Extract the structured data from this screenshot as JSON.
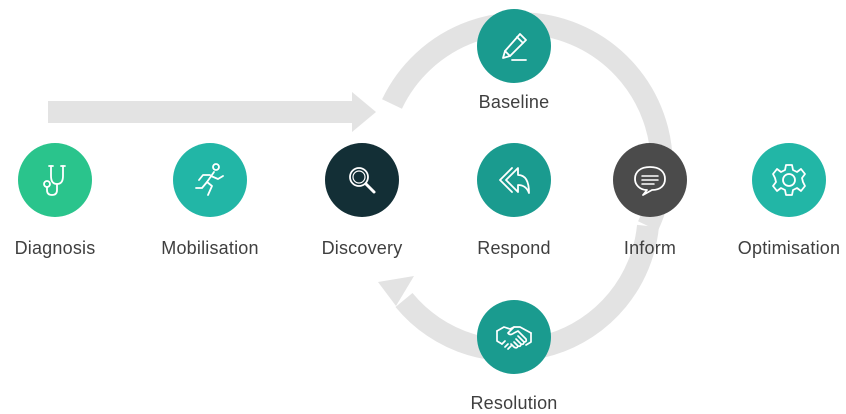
{
  "colors": {
    "teal": "#1a9b8f",
    "teal_light": "#22b6a6",
    "green": "#2ac48c",
    "dark": "#132f36",
    "grey": "#4b4b4b",
    "arrow": "#e3e3e3",
    "label": "#3f3f3f"
  },
  "stages": [
    {
      "label": "Diagnosis",
      "icon": "stethoscope-icon",
      "color": "#2ac48c"
    },
    {
      "label": "Mobilisation",
      "icon": "running-person-icon",
      "color": "#22b6a6"
    },
    {
      "label": "Discovery",
      "icon": "magnifier-icon",
      "color": "#132f36"
    },
    {
      "label": "Respond",
      "icon": "reply-arrows-icon",
      "color": "#1a9b8f"
    },
    {
      "label": "Inform",
      "icon": "speech-bubble-icon",
      "color": "#4b4b4b"
    },
    {
      "label": "Optimisation",
      "icon": "gear-icon",
      "color": "#22b6a6"
    }
  ],
  "cycle": {
    "top": {
      "label": "Baseline",
      "icon": "pen-icon",
      "color": "#1a9b8f"
    },
    "bottom": {
      "label": "Resolution",
      "icon": "handshake-icon",
      "color": "#1a9b8f"
    }
  }
}
